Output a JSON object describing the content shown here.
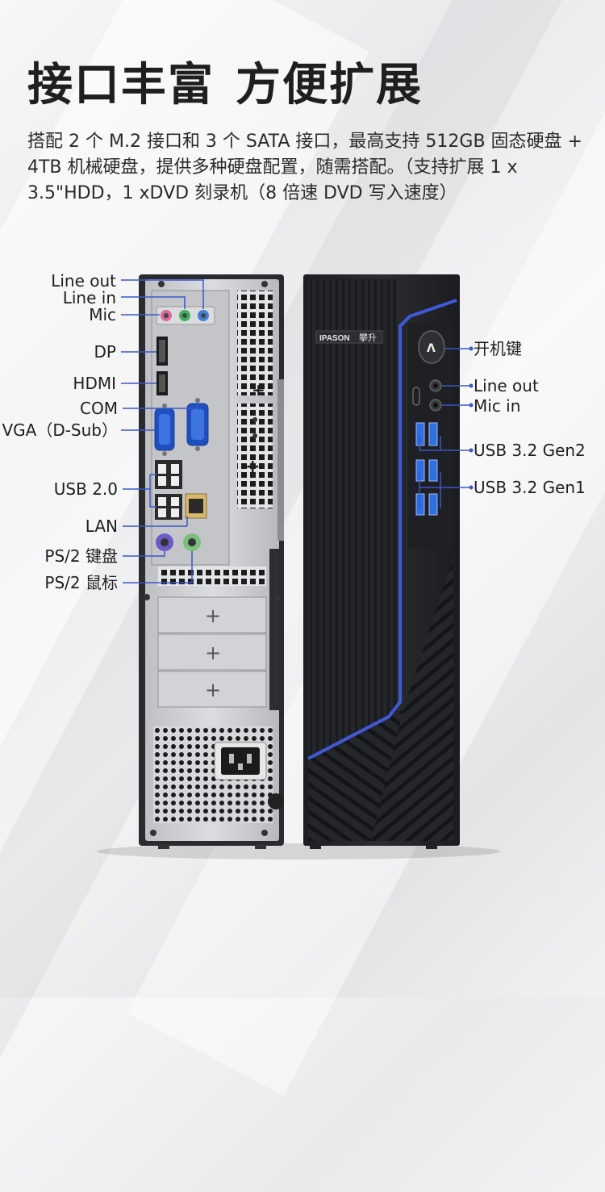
{
  "title": {
    "part1": "接口丰富",
    "part2": "方便扩展"
  },
  "description": "搭配 2 个 M.2 接口和 3 个 SATA 接口，最高支持 512GB 固态硬盘 + 4TB 机械硬盘，提供多种硬盘配置，随需搭配。（支持扩展 1 x 3.5\"HDD，1 xDVD 刻录机（8 倍速 DVD 写入速度）",
  "brand_badge": {
    "logo": "IPASON",
    "name": "攀升"
  },
  "back_panel_labels": {
    "line_out": "Line out",
    "line_in": "Line in",
    "mic": "Mic",
    "dp": "DP",
    "hdmi": "HDMI",
    "com": "COM",
    "vga": "VGA（D-Sub）",
    "usb20": "USB 2.0",
    "lan": "LAN",
    "ps2_keyboard": "PS/2 键盘",
    "ps2_mouse": "PS/2 鼠标"
  },
  "front_panel_labels": {
    "power_button": "开机键",
    "line_out": "Line out",
    "mic_in": "Mic in",
    "usb32_gen2": "USB 3.2 Gen2",
    "usb32_gen1": "USB 3.2 Gen1"
  },
  "colors": {
    "accent_blue": "#3e5ad8",
    "usb_blue": "#2f6fe0",
    "case_black": "#26272b",
    "panel_silver": "#c9cacc",
    "leader_line": "#3a57c9",
    "audio_pink": "#d96aa0",
    "audio_green": "#3fae5a",
    "audio_blue": "#3f7fd6"
  }
}
